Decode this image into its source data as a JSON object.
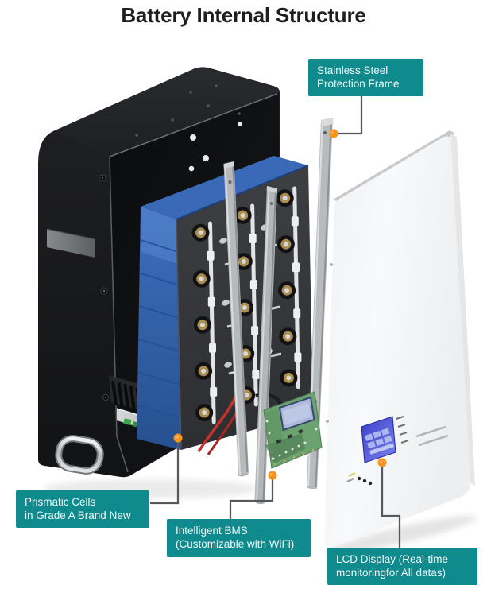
{
  "page": {
    "title": "Battery Internal Structure",
    "background": "#ffffff"
  },
  "colors": {
    "label_bg": "#0f8a8d",
    "label_text": "#f2f7f7",
    "callout_dot": "#f7941e",
    "callout_line": "#56585b",
    "title_text": "#1e1e1e",
    "cell_blue": "#2f5fae",
    "case_black": "#17181a",
    "cover_white": "#f5f6f8",
    "pcb_green": "#6ba26f",
    "lcd_blue": "#4a50d6"
  },
  "callouts": {
    "frame": {
      "line1": "Stainless Steel",
      "line2": "Protection Frame",
      "target": "steel-frame-bar"
    },
    "cells": {
      "line1": "Prismatic Cells",
      "line2": "in Grade A Brand New",
      "target": "prismatic-cell-pack"
    },
    "bms": {
      "line1": "Intelligent BMS",
      "line2": "(Customizable with WiFi)",
      "target": "bms-board"
    },
    "lcd": {
      "line1": "LCD Display (Real-time",
      "line2": "monitoringfor All datas)",
      "target": "lcd-display"
    }
  },
  "diagram": {
    "type": "exploded-view product diagram",
    "components": [
      "battery-case",
      "carry-handle",
      "prismatic-cell-pack",
      "cell-terminals",
      "steel-support-bars",
      "steel-frame-bar",
      "wiring",
      "bms-board",
      "front-cover",
      "lcd-display"
    ]
  }
}
